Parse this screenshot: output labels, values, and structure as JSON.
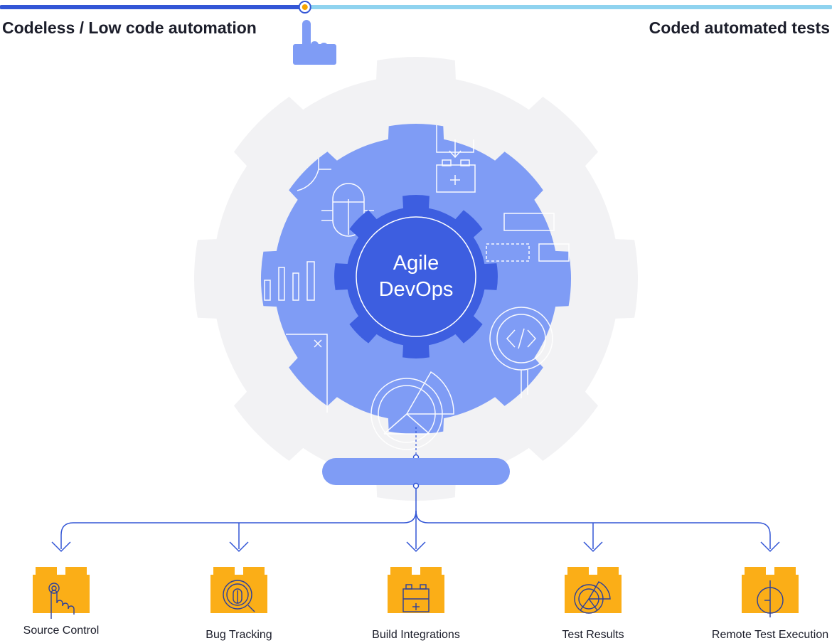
{
  "slider": {
    "left_label": "Codeless / Low code automation",
    "right_label": "Coded automated tests",
    "position": 0.366,
    "left_color": "#3356d6",
    "right_color": "#8fd3ef",
    "handle_color": "#f5a300"
  },
  "center": {
    "line1": "Agile",
    "line2": "DevOps"
  },
  "colors": {
    "outer_gear": "#f2f2f4",
    "middle_gear": "#7f9cf5",
    "inner_gear": "#3d5ee0",
    "tool_block": "#fbae17",
    "connector": "#3356d6"
  },
  "tools": [
    {
      "label": "Source Control",
      "icon": "pointer-hand-icon"
    },
    {
      "label": "Bug Tracking",
      "icon": "bug-magnifier-icon"
    },
    {
      "label": "Build Integrations",
      "icon": "building-block-icon"
    },
    {
      "label": "Test Results",
      "icon": "pie-chart-icon"
    },
    {
      "label": "Remote Test Execution",
      "icon": "target-icon"
    }
  ]
}
